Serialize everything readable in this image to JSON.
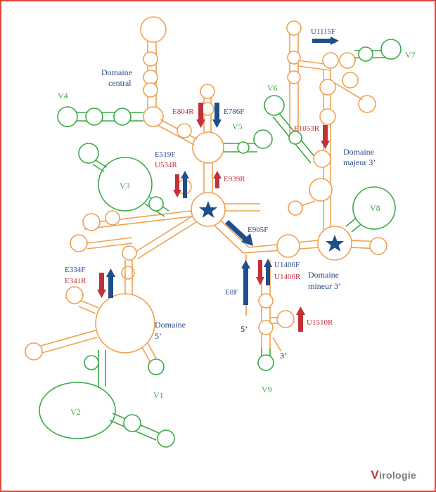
{
  "labels": {
    "domaine_central_1": "Domaine",
    "domaine_central_2": "central",
    "domaine_majeur_1": "Domaine",
    "domaine_majeur_2": "majeur 3’",
    "domaine_mineur_1": "Domaine",
    "domaine_mineur_2": "mineur 3’",
    "domaine_5_1": "Domaine",
    "domaine_5_2": "5’",
    "v1": "V1",
    "v2": "V2",
    "v3": "V3",
    "v4": "V4",
    "v5": "V5",
    "v6": "V6",
    "v7": "V7",
    "v8": "V8",
    "v9": "V9",
    "five_prime": "5’",
    "three_prime": "3’"
  },
  "primers": {
    "e804r": "E804R",
    "e786f": "E786F",
    "e519f": "E519F",
    "u534r": "U534R",
    "e939r": "E939R",
    "e905f": "E905F",
    "e1053r": "E1053R",
    "u1115f": "U1115F",
    "u1406f": "U1406F",
    "u1406r": "U1406R",
    "e8f": "E8F",
    "u1510r": "U1510R",
    "e334f": "E334F",
    "e341r": "E341R"
  },
  "logo": {
    "initial": "V",
    "rest": "irologie"
  },
  "colors": {
    "border": "#e0443a",
    "structure_orange": "#f0a050",
    "variable_green": "#3aaa44",
    "forward_blue": "#1f4f8a",
    "reverse_red": "#c0313a"
  }
}
